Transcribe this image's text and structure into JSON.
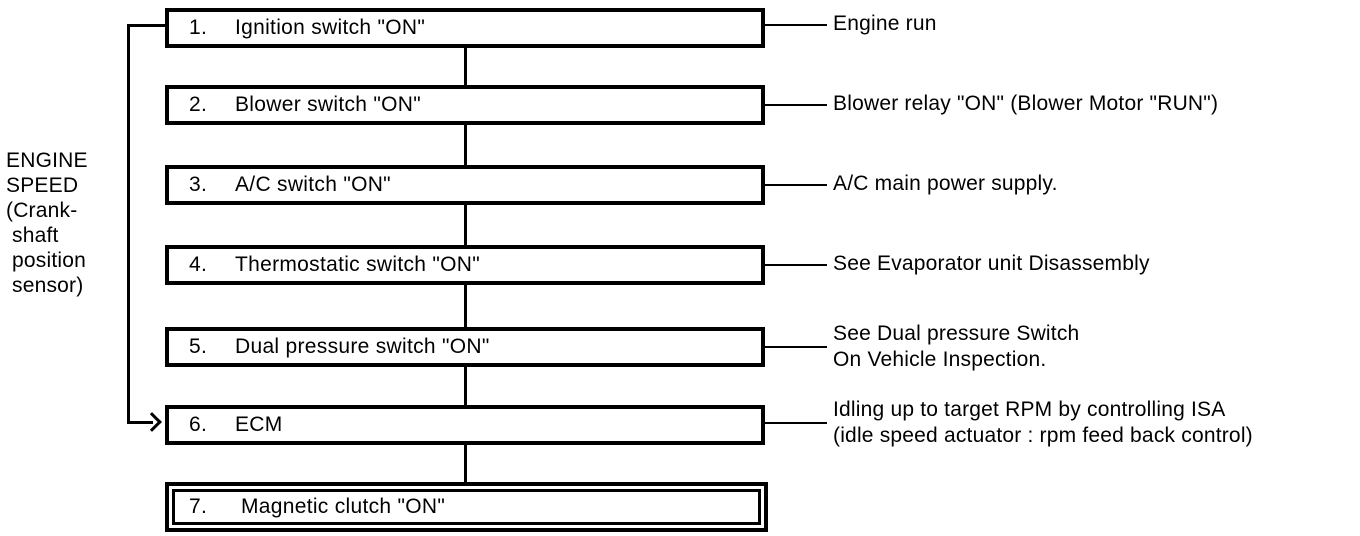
{
  "colors": {
    "ink": "#000000",
    "paper": "#ffffff"
  },
  "side_label": {
    "lines": [
      "ENGINE",
      "SPEED",
      "(Crank-",
      "shaft",
      "position",
      "sensor)"
    ]
  },
  "steps": [
    {
      "number": "1.",
      "label": "Ignition switch \"ON\""
    },
    {
      "number": "2.",
      "label": "Blower switch \"ON\""
    },
    {
      "number": "3.",
      "label": "A/C switch \"ON\""
    },
    {
      "number": "4.",
      "label": "Thermostatic switch \"ON\""
    },
    {
      "number": "5.",
      "label": "Dual pressure switch \"ON\""
    },
    {
      "number": "6.",
      "label": "ECM"
    },
    {
      "number": "7.",
      "label": "Magnetic clutch \"ON\""
    }
  ],
  "annotations": [
    {
      "lines": [
        "Engine run"
      ]
    },
    {
      "lines": [
        "Blower relay \"ON\" (Blower Motor \"RUN\")"
      ]
    },
    {
      "lines": [
        "A/C main power supply."
      ]
    },
    {
      "lines": [
        "See Evaporator unit Disassembly"
      ]
    },
    {
      "lines": [
        "See Dual pressure Switch",
        "On Vehicle Inspection."
      ]
    },
    {
      "lines": [
        "Idling up to target RPM by controlling ISA",
        "(idle speed actuator : rpm feed back control)"
      ]
    }
  ]
}
